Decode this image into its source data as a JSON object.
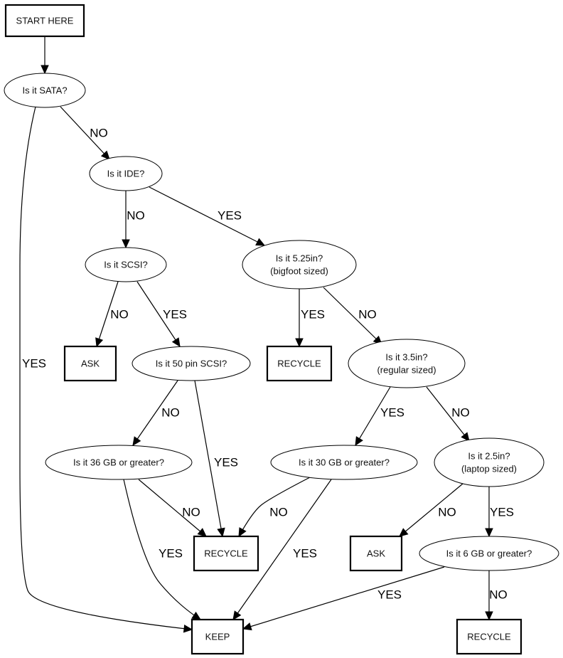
{
  "title": "Hard drive recycling flowchart",
  "nodes": [
    {
      "id": "start",
      "shape": "box",
      "lines": [
        "START HERE"
      ]
    },
    {
      "id": "sata",
      "shape": "ellipse",
      "lines": [
        "Is it SATA?"
      ]
    },
    {
      "id": "ide",
      "shape": "ellipse",
      "lines": [
        "Is it IDE?"
      ]
    },
    {
      "id": "scsi",
      "shape": "ellipse",
      "lines": [
        "Is it SCSI?"
      ]
    },
    {
      "id": "s525",
      "shape": "ellipse",
      "lines": [
        "Is it 5.25in?",
        "(bigfoot sized)"
      ]
    },
    {
      "id": "ask1",
      "shape": "box",
      "lines": [
        "ASK"
      ]
    },
    {
      "id": "pin50",
      "shape": "ellipse",
      "lines": [
        "Is it 50 pin SCSI?"
      ]
    },
    {
      "id": "recycle1",
      "shape": "box",
      "lines": [
        "RECYCLE"
      ]
    },
    {
      "id": "s35",
      "shape": "ellipse",
      "lines": [
        "Is it 3.5in?",
        "(regular sized)"
      ]
    },
    {
      "id": "gb36",
      "shape": "ellipse",
      "lines": [
        "Is it 36 GB or greater?"
      ]
    },
    {
      "id": "gb30",
      "shape": "ellipse",
      "lines": [
        "Is it 30 GB or greater?"
      ]
    },
    {
      "id": "s25",
      "shape": "ellipse",
      "lines": [
        "Is it 2.5in?",
        "(laptop sized)"
      ]
    },
    {
      "id": "recycle2",
      "shape": "box",
      "lines": [
        "RECYCLE"
      ]
    },
    {
      "id": "ask2",
      "shape": "box",
      "lines": [
        "ASK"
      ]
    },
    {
      "id": "gb6",
      "shape": "ellipse",
      "lines": [
        "Is it 6 GB or greater?"
      ]
    },
    {
      "id": "keep",
      "shape": "box",
      "lines": [
        "KEEP"
      ]
    },
    {
      "id": "recycle3",
      "shape": "box",
      "lines": [
        "RECYCLE"
      ]
    }
  ],
  "edges": [
    {
      "from": "start",
      "to": "sata",
      "label": ""
    },
    {
      "from": "sata",
      "to": "ide",
      "label": "NO"
    },
    {
      "from": "sata",
      "to": "keep",
      "label": "YES"
    },
    {
      "from": "ide",
      "to": "scsi",
      "label": "NO"
    },
    {
      "from": "ide",
      "to": "s525",
      "label": "YES"
    },
    {
      "from": "scsi",
      "to": "ask1",
      "label": "NO"
    },
    {
      "from": "scsi",
      "to": "pin50",
      "label": "YES"
    },
    {
      "from": "s525",
      "to": "recycle1",
      "label": "YES"
    },
    {
      "from": "s525",
      "to": "s35",
      "label": "NO"
    },
    {
      "from": "pin50",
      "to": "gb36",
      "label": "NO"
    },
    {
      "from": "pin50",
      "to": "recycle2",
      "label": "YES"
    },
    {
      "from": "s35",
      "to": "gb30",
      "label": "YES"
    },
    {
      "from": "s35",
      "to": "s25",
      "label": "NO"
    },
    {
      "from": "gb36",
      "to": "recycle2",
      "label": "NO"
    },
    {
      "from": "gb36",
      "to": "keep",
      "label": "YES"
    },
    {
      "from": "gb30",
      "to": "recycle2",
      "label": "NO"
    },
    {
      "from": "gb30",
      "to": "keep",
      "label": "YES"
    },
    {
      "from": "s25",
      "to": "ask2",
      "label": "NO"
    },
    {
      "from": "s25",
      "to": "gb6",
      "label": "YES"
    },
    {
      "from": "gb6",
      "to": "keep",
      "label": "YES"
    },
    {
      "from": "gb6",
      "to": "recycle3",
      "label": "NO"
    }
  ]
}
